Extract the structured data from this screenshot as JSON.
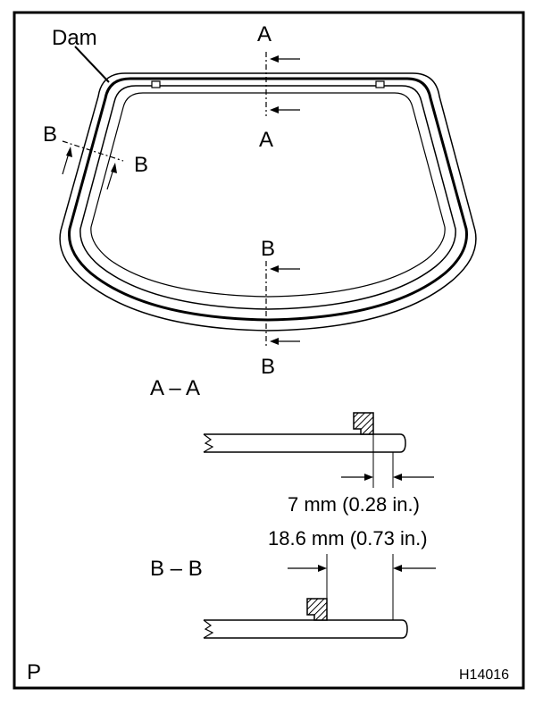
{
  "labels": {
    "dam": "Dam",
    "section_a_top": "A",
    "section_a_bottom": "A",
    "section_b_left_1": "B",
    "section_b_left_2": "B",
    "section_b_center_top": "B",
    "section_b_center_bottom": "B",
    "view_aa": "A – A",
    "view_bb": "B – B",
    "dim_7mm": "7 mm (0.28 in.)",
    "dim_18mm": "18.6 mm (0.73 in.)",
    "corner_code": "P",
    "figure_id": "H14016"
  }
}
